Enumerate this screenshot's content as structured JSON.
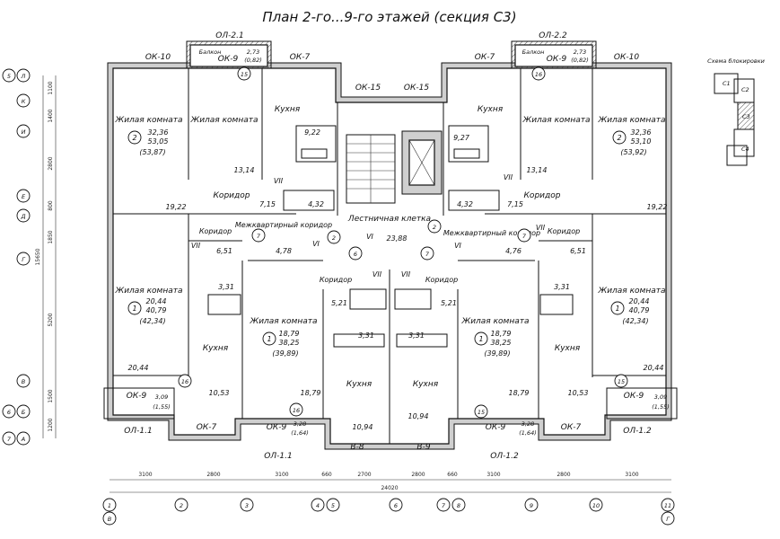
{
  "title": "План 2-го...9-го этажей (секция С3)",
  "scheme": {
    "title": "Схема блокировки",
    "labels": [
      "С1",
      "С2",
      "С3",
      "С4"
    ]
  },
  "rooms": [
    {
      "label": "Жилая комната",
      "circle": "2",
      "values": [
        "32,36",
        "53,05",
        "(53,87)"
      ]
    },
    {
      "label": "Жилая комната",
      "circle": "",
      "values": [
        "13,14"
      ]
    },
    {
      "label": "Кухня",
      "circle": "",
      "values": [
        "9,22"
      ]
    },
    {
      "label": "Коридор",
      "circle": "",
      "values": [
        "19,22"
      ]
    },
    {
      "label": "Кухня",
      "circle": "",
      "values": [
        "9,27"
      ]
    },
    {
      "label": "Жилая комната",
      "circle": "",
      "values": [
        "13,14"
      ]
    },
    {
      "label": "Жилая комната",
      "circle": "2",
      "values": [
        "32,36",
        "53,10",
        "(53,92)"
      ]
    },
    {
      "label": "Коридор",
      "circle": "",
      "values": [
        "19,22"
      ]
    },
    {
      "label": "Лестничная клетка",
      "circle": "VI",
      "values": [
        "23,88"
      ]
    },
    {
      "label": "Межквартирный коридор",
      "circle": "",
      "values": [
        "4,78"
      ]
    },
    {
      "label": "Межквартирный коридор",
      "circle": "",
      "values": [
        "4,76"
      ]
    },
    {
      "label": "Коридор",
      "circle": "",
      "values": [
        "6,51"
      ]
    },
    {
      "label": "Коридор",
      "circle": "",
      "values": [
        "6,51"
      ]
    },
    {
      "label": "Жилая комната",
      "circle": "1",
      "values": [
        "20,44",
        "40,79",
        "(42,34)"
      ]
    },
    {
      "label": "Жилая комната",
      "circle": "1",
      "values": [
        "20,44",
        "40,79",
        "(42,34)"
      ]
    },
    {
      "label": "Жилая комната",
      "circle": "1",
      "values": [
        "18,79",
        "38,25",
        "(39,89)"
      ]
    },
    {
      "label": "Жилая комната",
      "circle": "1",
      "values": [
        "18,79",
        "38,25",
        "(39,89)"
      ]
    },
    {
      "label": "Кухня",
      "circle": "",
      "values": [
        "10,53"
      ]
    },
    {
      "label": "Кухня",
      "circle": "",
      "values": [
        "10,53"
      ]
    },
    {
      "label": "Кухня",
      "circle": "",
      "values": [
        "10,94"
      ]
    },
    {
      "label": "Кухня",
      "circle": "",
      "values": [
        "10,94"
      ]
    },
    {
      "label": "Коридор",
      "circle": "",
      "values": [
        "5,21"
      ]
    },
    {
      "label": "Коридор",
      "circle": "",
      "values": [
        "5,21"
      ]
    }
  ],
  "small_areas": [
    "7,15",
    "4,32",
    "4,32",
    "7,15",
    "3,31",
    "3,31",
    "3,31",
    "3,31",
    "20,44",
    "20,44",
    "18,79",
    "18,79"
  ],
  "windows": [
    "ОК-10",
    "ОК-9",
    "ОК-7",
    "ОК-15",
    "ОК-15",
    "ОК-7",
    "ОК-9",
    "ОК-10",
    "ОК-9",
    "ОК-7",
    "ОК-9",
    "ОК-9",
    "ОК-7",
    "ОК-9"
  ],
  "balconies": [
    {
      "name": "ОЛ-2.1",
      "label": "Балкон",
      "area": "2,73",
      "sub": "(0,82)"
    },
    {
      "name": "ОЛ-2.2",
      "label": "Балкон",
      "area": "2,73",
      "sub": "(0,82)"
    }
  ],
  "loggias": [
    {
      "name": "ОЛ-1.1",
      "area": "3,09",
      "sub": "(1,55)"
    },
    {
      "name": "ОЛ-1.1",
      "area": "3,28",
      "sub": "(1,64)"
    },
    {
      "name": "ОЛ-1.2",
      "area": "3,28",
      "sub": "(1,64)"
    },
    {
      "name": "ОЛ-1.2",
      "area": "3,09",
      "sub": "(1,55)"
    }
  ],
  "doors": [
    "В-8",
    "В-9"
  ],
  "markers": [
    "15",
    "16",
    "7",
    "6",
    "2"
  ],
  "roman": [
    "VII",
    "VI",
    "VII",
    "VI"
  ],
  "axes_bottom": [
    "1",
    "2",
    "3",
    "4",
    "5",
    "6",
    "7",
    "8",
    "9",
    "10",
    "11"
  ],
  "axes_bottom_letters": [
    "В",
    "Г"
  ],
  "axes_left": [
    "Л",
    "К",
    "И",
    "Е",
    "Д",
    "Г",
    "В",
    "Б",
    "А"
  ],
  "axes_left_numbers": [
    "5",
    "6",
    "7"
  ],
  "dims_bottom": [
    "3100",
    "2800",
    "3100",
    "660",
    "2700",
    "2800",
    "660",
    "3100",
    "2800",
    "3100"
  ],
  "dim_total": "24020",
  "dims_left": [
    "1100",
    "1400",
    "2800",
    "800",
    "1850",
    "5200",
    "1500",
    "1200"
  ],
  "dim_left_total": "15650"
}
